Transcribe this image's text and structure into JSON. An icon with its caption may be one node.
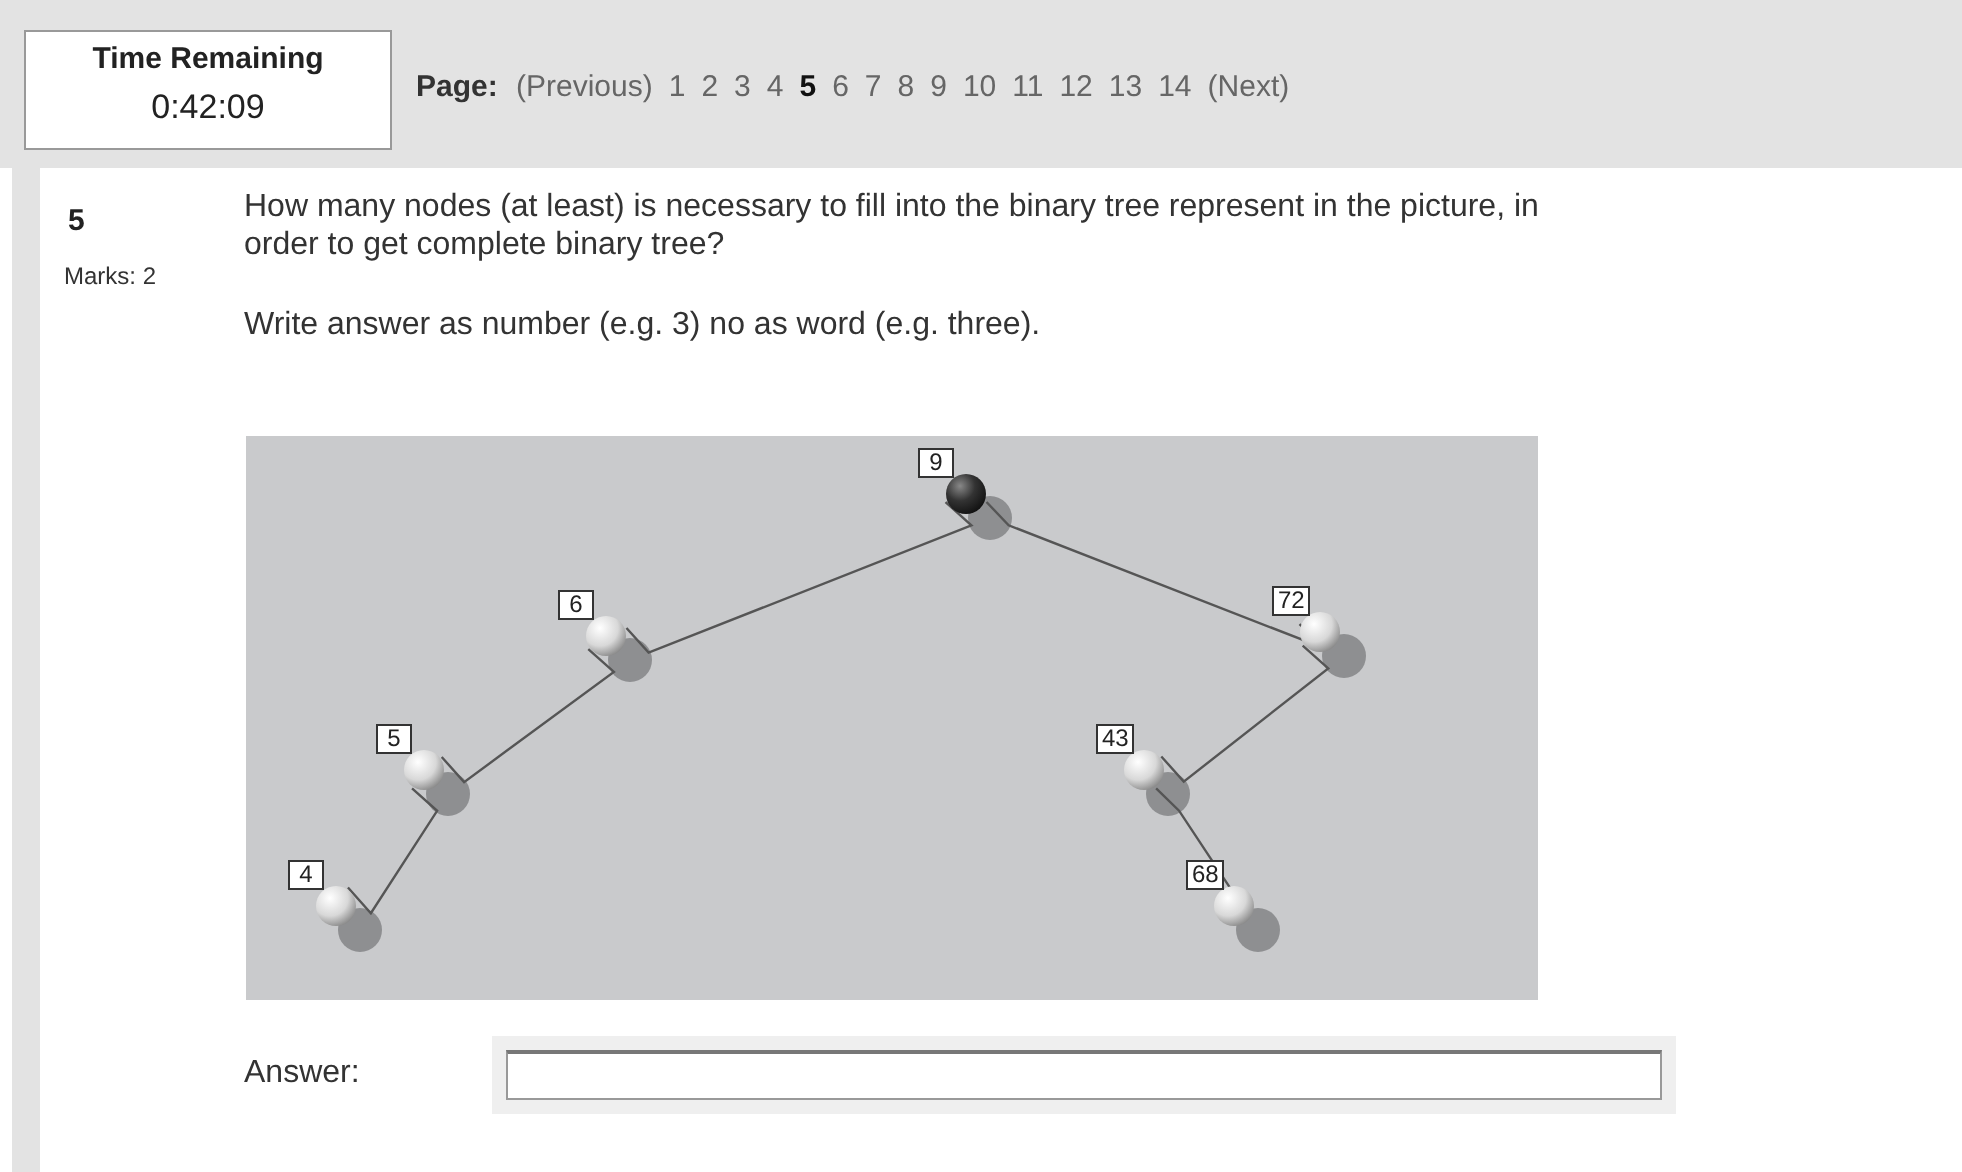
{
  "diagram": {
    "nodes": [
      {
        "text": [],
        "shape": "circle",
        "beside": [
          "9"
        ]
      },
      {
        "text": [],
        "shape": "circle",
        "beside": [
          "6"
        ]
      },
      {
        "text": [],
        "shape": "circle",
        "beside": [
          "72"
        ]
      },
      {
        "text": [],
        "shape": "circle",
        "beside": [
          "5"
        ]
      },
      {
        "text": [],
        "shape": "circle",
        "beside": [
          "43"
        ]
      },
      {
        "text": [],
        "shape": "circle",
        "beside": [
          "4"
        ]
      },
      {
        "text": [],
        "shape": "circle",
        "beside": [
          "68"
        ]
      }
    ],
    "edges": [
      {
        "from": 0,
        "to": 1,
        "arrow": "none"
      },
      {
        "from": 1,
        "to": 3,
        "arrow": "none"
      },
      {
        "from": 3,
        "to": 5,
        "arrow": "none"
      },
      {
        "from": 0,
        "to": 2,
        "arrow": "none"
      },
      {
        "from": 2,
        "to": 4,
        "arrow": "none"
      },
      {
        "from": 4,
        "to": 6,
        "arrow": "none"
      }
    ],
    "labels": [
      "Time Remaining",
      "0:42:09",
      "Page:",
      "(Previous)",
      "1",
      "2",
      "3",
      "4",
      "5",
      "6",
      "7",
      "8",
      "9",
      "10",
      "11",
      "12",
      "13",
      "14",
      "(Next)",
      "5",
      "Marks: 2",
      "How many nodes (at least) is necessary to fill into the binary tree represent in the picture, in order to get complete binary tree?",
      "Write answer as number (e.g. 3) no as word (e.g. three).",
      "Answer:"
    ]
  }
}
